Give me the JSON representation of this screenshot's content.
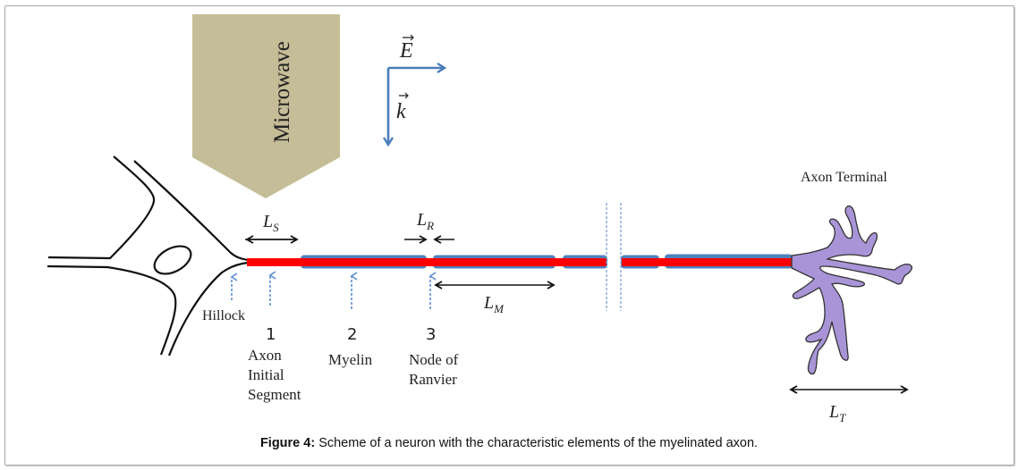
{
  "figure": {
    "caption_label": "Figure 4:",
    "caption_text": " Scheme of a neuron with the characteristic elements of the myelinated axon."
  },
  "labels": {
    "microwave": "Microwave",
    "e_vector": "E",
    "k_vector": "k",
    "ls": "L",
    "ls_sub": "S",
    "lr": "L",
    "lr_sub": "R",
    "lm": "L",
    "lm_sub": "M",
    "lt": "L",
    "lt_sub": "T",
    "hillock": "Hillock",
    "axon_terminal": "Axon Terminal",
    "markers": [
      {
        "number": "1",
        "lines": [
          "Axon",
          "Initial",
          "Segment"
        ]
      },
      {
        "number": "2",
        "lines": [
          "Myelin"
        ]
      },
      {
        "number": "3",
        "lines": [
          "Node of",
          "Ranvier"
        ]
      }
    ]
  },
  "colors": {
    "microwave_fill": "#c5bd97",
    "vector_arrow": "#4a7ebb",
    "axon_core": "#ff0000",
    "myelin": "#4f81bd",
    "terminal_fill": "#a994d8",
    "pointer_arrow": "#5b8fd0"
  }
}
